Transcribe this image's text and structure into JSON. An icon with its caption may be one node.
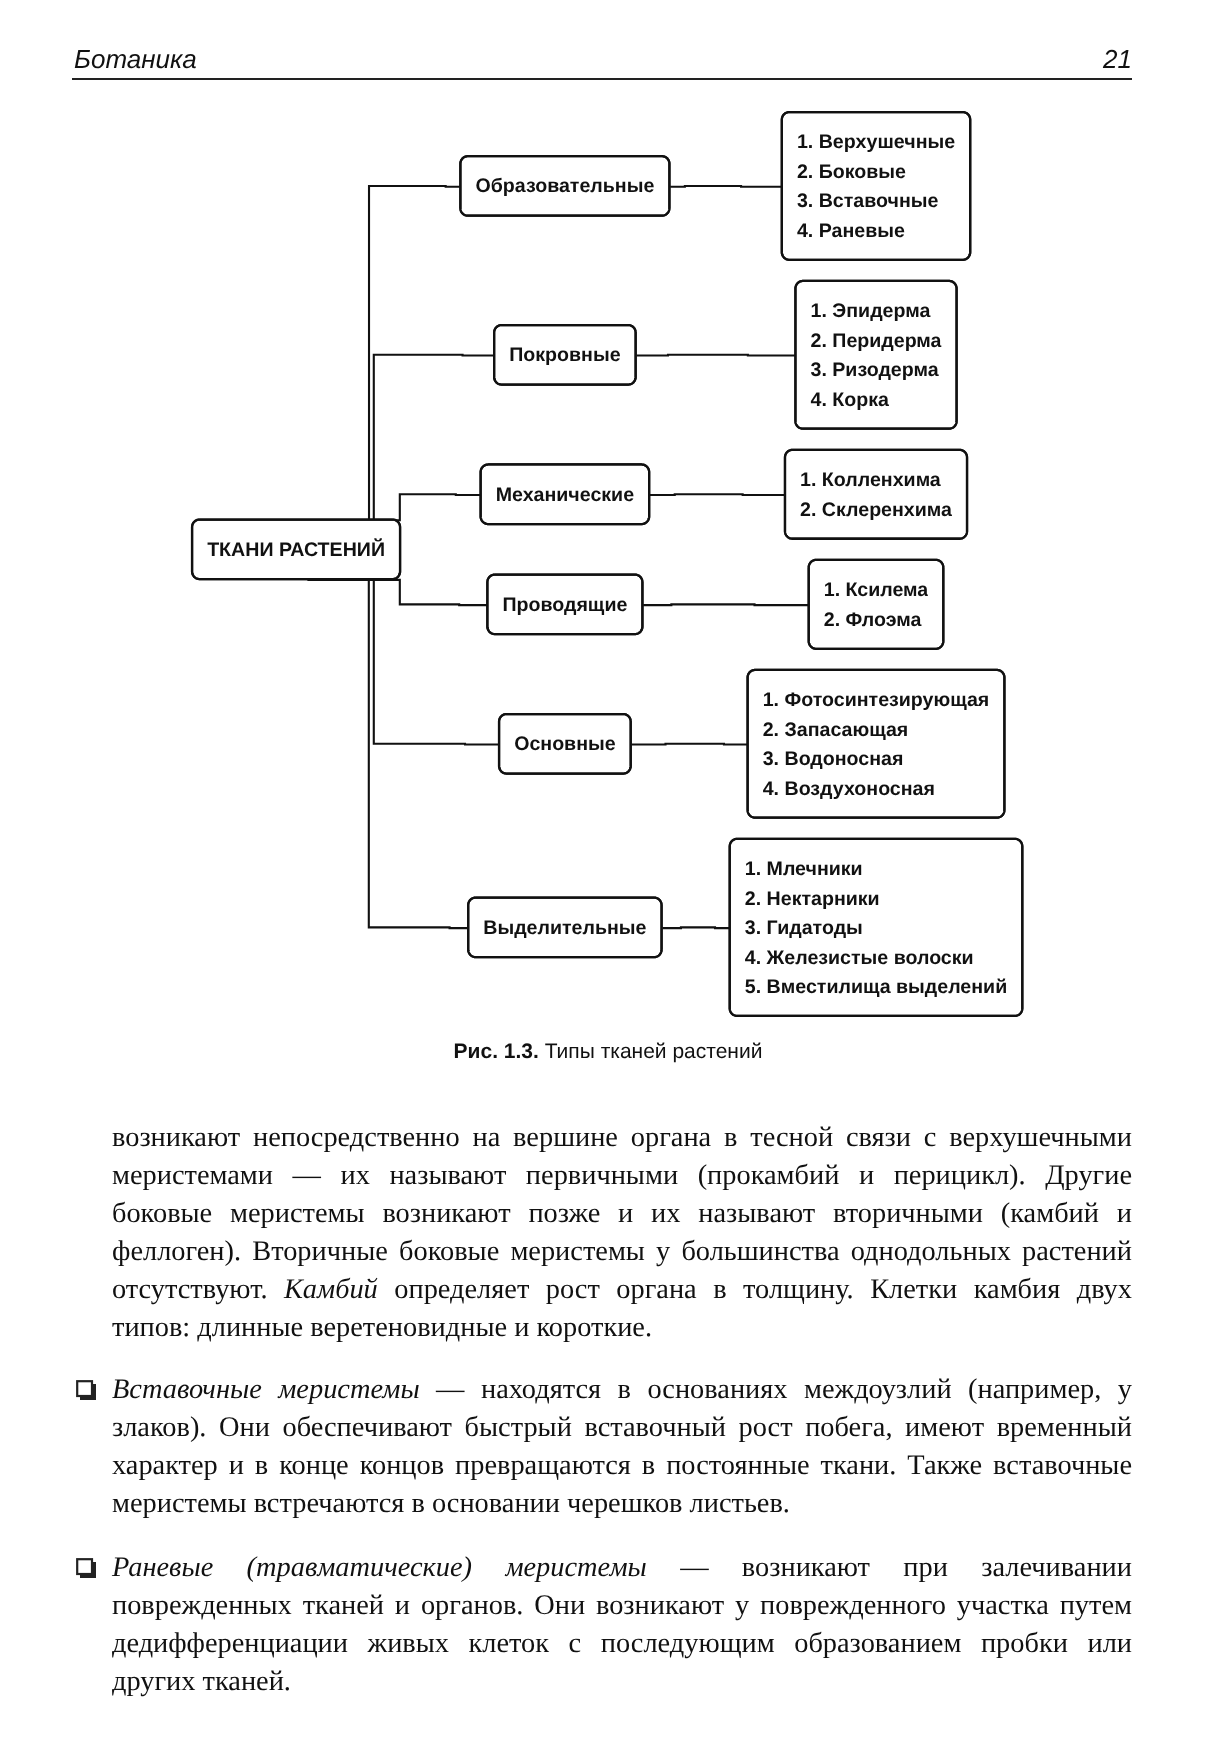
{
  "diagram": {
    "caption": "**Рис. 1.3.** Типы тканей растений",
    "nodes": [
      {
        "text": [
          "ТКАНИ РАСТЕНИЙ"
        ]
      },
      {
        "text": [
          "Образовательные"
        ]
      },
      {
        "text": [
          "1. Верхушечные",
          "2. Боковые",
          "3. Вставочные",
          "4. Раневые"
        ]
      },
      {
        "text": [
          "Покровные"
        ]
      },
      {
        "text": [
          "1. Эпидерма",
          "2. Перидерма",
          "3. Ризодерма",
          "4. Корка"
        ]
      },
      {
        "text": [
          "Механические"
        ]
      },
      {
        "text": [
          "1. Колленхима",
          "2. Склеренхима"
        ]
      },
      {
        "text": [
          "Проводящие"
        ]
      },
      {
        "text": [
          "1. Ксилема",
          "2. Флоэма"
        ]
      },
      {
        "text": [
          "Основные"
        ]
      },
      {
        "text": [
          "1. Фотосинтезирующая",
          "2. Запасающая",
          "3. Водоносная",
          "4. Воздухоносная"
        ]
      },
      {
        "text": [
          "Выделительные"
        ]
      },
      {
        "text": [
          "1. Млечники",
          "2. Нектарники",
          "3. Гидатоды",
          "4. Железистые волоски",
          "5. Вместилища выделений"
        ]
      }
    ],
    "edges": [
      {
        "from": 0,
        "to": 1,
        "arrow": "none"
      },
      {
        "from": 1,
        "to": 2,
        "arrow": "none"
      },
      {
        "from": 0,
        "to": 3,
        "arrow": "none"
      },
      {
        "from": 3,
        "to": 4,
        "arrow": "none"
      },
      {
        "from": 0,
        "to": 5,
        "arrow": "none"
      },
      {
        "from": 5,
        "to": 6,
        "arrow": "none"
      },
      {
        "from": 0,
        "to": 7,
        "arrow": "none"
      },
      {
        "from": 7,
        "to": 8,
        "arrow": "none"
      },
      {
        "from": 0,
        "to": 9,
        "arrow": "none"
      },
      {
        "from": 9,
        "to": 10,
        "arrow": "none"
      },
      {
        "from": 0,
        "to": 11,
        "arrow": "none"
      },
      {
        "from": 11,
        "to": 12,
        "arrow": "none"
      }
    ],
    "labels": [
      "Ботаника",
      "21",
      "возникают непосредственно на вершине органа в тесной связи с верхушечными меристемами — их называют первичными (прокамбий и перицикл). Другие боковые меристемы возникают позже и их называют вторичными (камбий и феллоген). Вторичные боковые меристемы у большинства однодольных растений отсутствуют. *Камбий* определяет рост органа в толщину. Клетки камбия двух типов: длинные веретеновидные и короткие.",
      "*Вставочные меристемы* — находятся в основаниях междоузлий (например, у злаков). Они обеспечивают быстрый вставочный рост побега, имеют временный характер и в конце концов превращаются в постоянные ткани. Также вставочные меристемы встречаются в основании черешков листьев.",
      "*Раневые (травматические) меристемы* — возникают при залечивании поврежденных тканей и органов. Они возникают у поврежденного участка путем дедифференциации живых клеток с последующим образованием пробки или других тканей."
    ]
  }
}
